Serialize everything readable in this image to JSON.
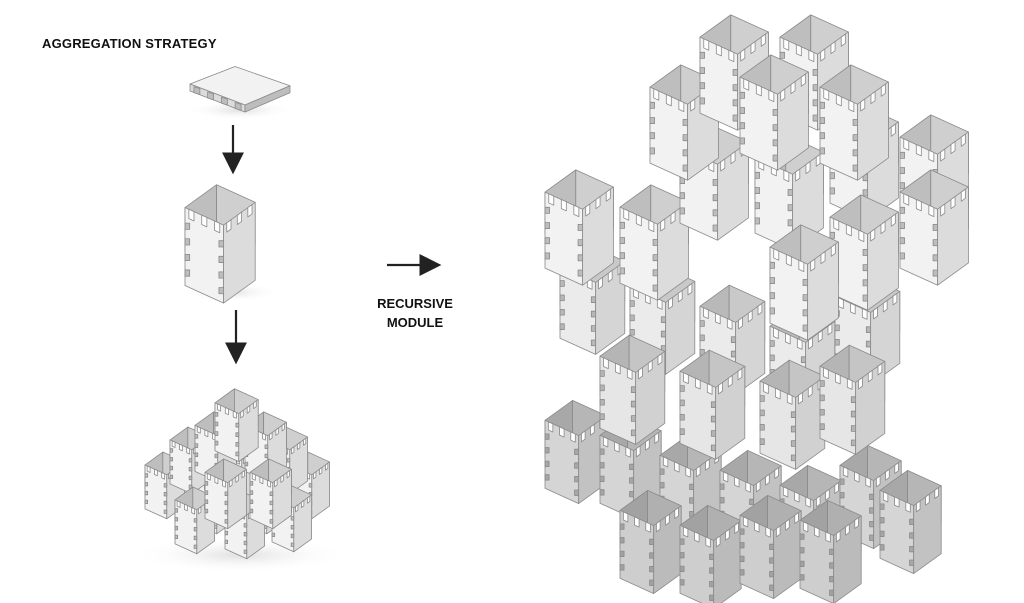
{
  "heading": "AGGREGATION STRATEGY",
  "steps": [
    {
      "name": "flat-panel"
    },
    {
      "name": "single-cube-module"
    },
    {
      "name": "aggregated-pyramid"
    }
  ],
  "module_label": {
    "line1": "RECURSIVE",
    "line2": "MODULE"
  },
  "colors": {
    "face_light": "#f2f2f2",
    "face_mid": "#dcdcdc",
    "face_dark": "#bdbdbd",
    "inner": "#cfcfcf",
    "edge": "#8a8a8a",
    "arrow": "#222222"
  }
}
